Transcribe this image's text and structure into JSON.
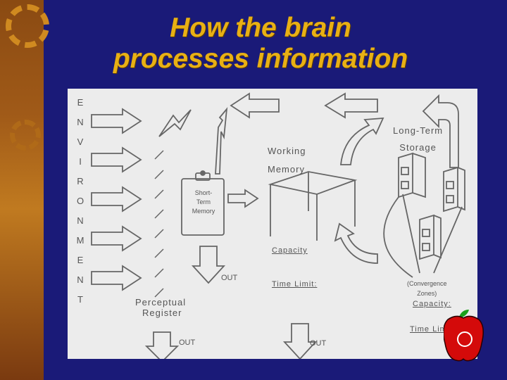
{
  "slide": {
    "title_line1": "How the brain",
    "title_line2": "processes information"
  },
  "diagram": {
    "environment_letters": [
      "E",
      "N",
      "V",
      "I",
      "R",
      "O",
      "N",
      "M",
      "E",
      "N",
      "T"
    ],
    "perceptual_register": [
      "Perceptual",
      "Register"
    ],
    "short_term_memory": [
      "Short-",
      "Term",
      "Memory"
    ],
    "working_memory": [
      "Working",
      "Memory"
    ],
    "long_term_storage": [
      "Long-Term",
      "Storage"
    ],
    "capacity": "Capacity",
    "time_limit": "Time Limit:",
    "convergence_zones": [
      "(Convergence",
      "Zones)"
    ],
    "ltm_capacity": "Capacity:",
    "ltm_time_limit": "Time Limit:",
    "out_label": "OUT"
  },
  "colors": {
    "background": "#1a1a78",
    "title": "#e8b014",
    "apple": "#d40a0a"
  }
}
